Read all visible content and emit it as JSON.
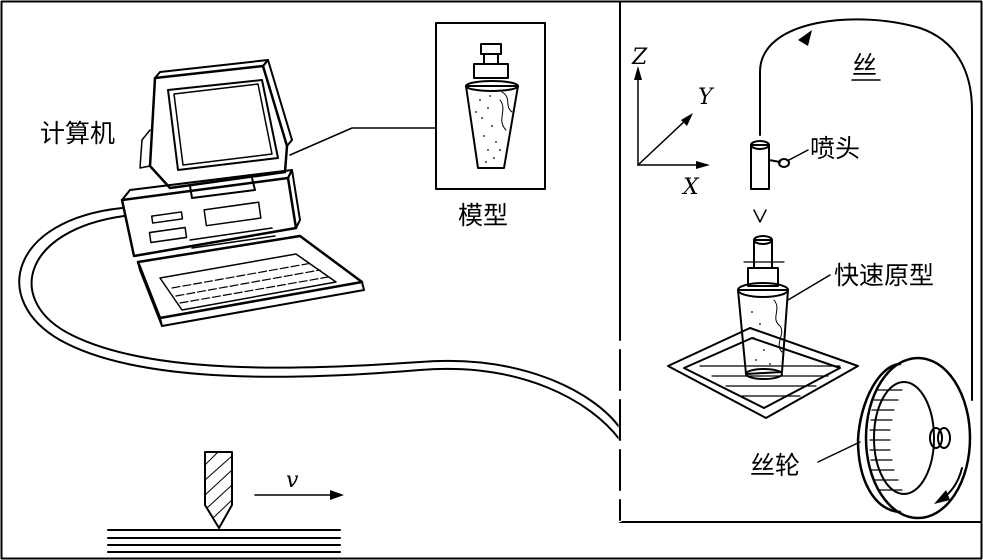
{
  "labels": {
    "computer": "计算机",
    "model": "模型",
    "nozzle": "喷头",
    "rapid_prototype": "快速原型",
    "filament": "丝",
    "spool": "丝轮"
  },
  "axes": {
    "z": "Z",
    "y": "Y",
    "x": "X",
    "velocity": "v"
  }
}
